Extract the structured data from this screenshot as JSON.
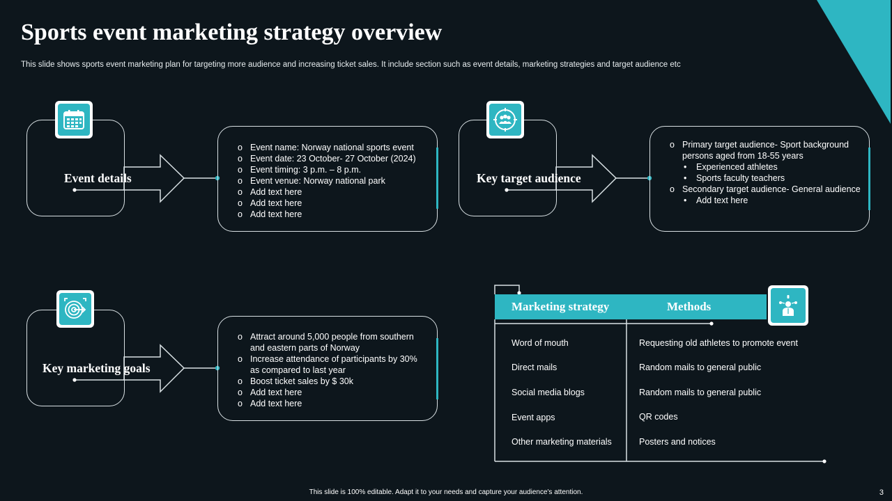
{
  "slide": {
    "title": "Sports event marketing strategy overview",
    "subtitle": "This slide shows sports event marketing plan for targeting more audience and increasing ticket sales. It include section such as event details, marketing strategies and target audience etc",
    "footer": "This slide is 100% editable. Adapt it to your needs and capture your audience's attention.",
    "page_number": "3",
    "accent_color": "#2eb6c2",
    "background_color": "#0d161c"
  },
  "event_details": {
    "label": "Event details",
    "icon": "calendar-icon",
    "items": [
      "Event name: Norway national sports event",
      "Event date: 23 October- 27 October (2024)",
      "Event timing: 3 p.m. – 8 p.m.",
      "Event venue:  Norway national park",
      "Add text here",
      "Add text here",
      "Add text here"
    ]
  },
  "target_audience": {
    "label": "Key target audience",
    "icon": "audience-icon",
    "primary": "Primary target audience- Sport background persons aged from 18-55  years",
    "primary_sub": [
      "Experienced athletes",
      "Sports faculty teachers"
    ],
    "secondary": "Secondary target audience-  General audience",
    "secondary_sub": [
      "Add text here"
    ]
  },
  "marketing_goals": {
    "label": "Key marketing goals",
    "icon": "target-icon",
    "items": [
      "Attract around 5,000 people from southern and eastern parts of Norway",
      "Increase attendance of participants by 30% as compared to last year",
      "Boost ticket sales by $ 30k",
      "Add text here",
      "Add text here"
    ]
  },
  "marketing_table": {
    "col1_header": "Marketing strategy",
    "col2_header": "Methods",
    "icon": "presenter-icon",
    "strategies": [
      "Word of mouth",
      "Direct mails",
      "Social media blogs",
      "Event apps",
      "Other marketing materials"
    ],
    "methods": [
      "Requesting  old athletes to promote event",
      "Random mails to general  public",
      "Random mails to general  public",
      "QR codes",
      "Posters and notices"
    ]
  }
}
